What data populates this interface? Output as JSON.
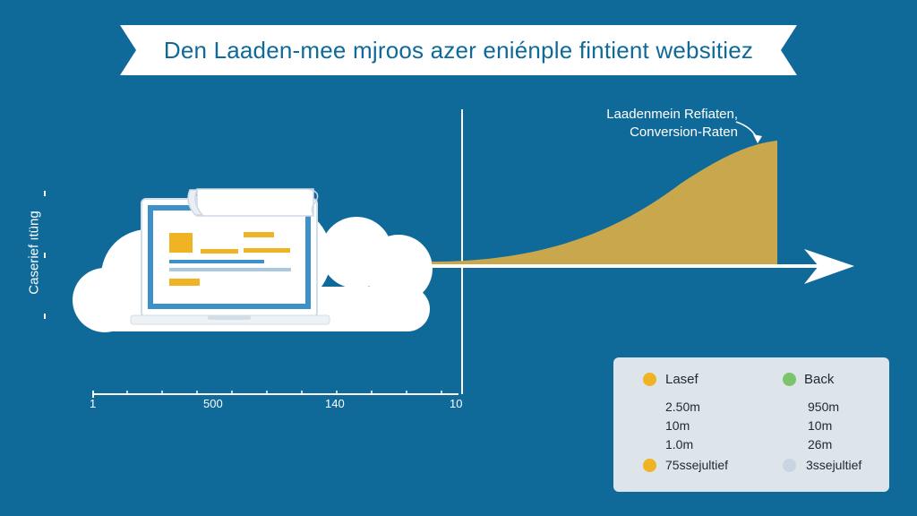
{
  "banner": {
    "title": "Den Laaden-mee mjroos azer eniénple fintient websitiez"
  },
  "axis": {
    "y_label": "Caserief ıtüng",
    "x_ticks": [
      "1",
      "500",
      "140",
      "10"
    ]
  },
  "annotation": {
    "line1": "Laadenmein Refiaten,",
    "line2": "Conversion-Raten"
  },
  "legend": {
    "col1": {
      "title": "Lasef",
      "values": [
        "2.50m",
        "10m",
        "1.0m"
      ],
      "footer": "75ssejultief"
    },
    "col2": {
      "title": "Back",
      "values": [
        "950m",
        "10m",
        "26m"
      ],
      "footer": "3ssejultief"
    }
  },
  "colors": {
    "background": "#0f6a9a",
    "accent_gold": "#c9a84d",
    "dot_orange": "#f0b323",
    "dot_green": "#7cc36b",
    "dot_pale": "#c9d5e3",
    "laptop_blue": "#3d90c8"
  }
}
